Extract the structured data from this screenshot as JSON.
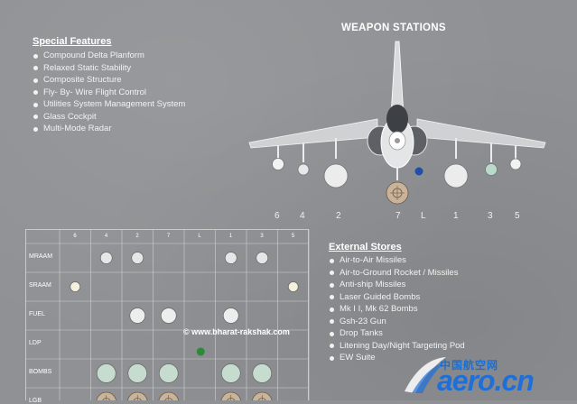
{
  "special_features": {
    "title": "Special Features",
    "items": [
      "Compound Delta Planform",
      "Relaxed Static Stability",
      "Composite Structure",
      "Fly- By- Wire Flight Control",
      "Utilities System Management System",
      "Glass Cockpit",
      "Multi-Mode Radar"
    ]
  },
  "weapon_stations": {
    "title": "WEAPON STATIONS",
    "station_numbers": [
      "6",
      "4",
      "2",
      "7",
      "L",
      "1",
      "3",
      "5"
    ]
  },
  "external_stores": {
    "title": "External Stores",
    "items": [
      "Air-to-Air Missiles",
      "Air-to-Ground Rocket / Missiles",
      "Anti-ship Missiles",
      "Laser Guided Bombs",
      "Mk I I, Mk 62 Bombs",
      "Gsh-23 Gun",
      "Drop Tanks",
      "Litening Day/Night Targeting Pod",
      "EW Suite"
    ]
  },
  "loadout_table": {
    "columns": [
      "6",
      "4",
      "2",
      "7",
      "L",
      "1",
      "3",
      "5"
    ],
    "rows": [
      {
        "label": "MRAAM",
        "stations": [
          "4",
          "2",
          "1",
          "3"
        ],
        "icon": "missile"
      },
      {
        "label": "SRAAM",
        "stations": [
          "6",
          "5"
        ],
        "icon": "missile-small"
      },
      {
        "label": "FUEL",
        "stations": [
          "2",
          "7",
          "1"
        ],
        "icon": "tank"
      },
      {
        "label": "LDP",
        "stations": [
          "L"
        ],
        "icon": "pod"
      },
      {
        "label": "BOMBS",
        "stations": [
          "4",
          "2",
          "7",
          "1",
          "3"
        ],
        "icon": "bomb"
      },
      {
        "label": "LGB",
        "stations": [
          "4",
          "2",
          "7",
          "1",
          "3"
        ],
        "icon": "lgb"
      }
    ]
  },
  "watermark": "© www.bharat-rakshak.com",
  "logo": {
    "cn_text": "中国航空网",
    "en_text": "aero.cn"
  },
  "colors": {
    "background": "#8f9194",
    "logo_blue": "#1f6fd8",
    "lgb_fill": "#c9b49a",
    "bomb_fill": "#c5dccf",
    "pod_color": "#2a8a3a"
  }
}
